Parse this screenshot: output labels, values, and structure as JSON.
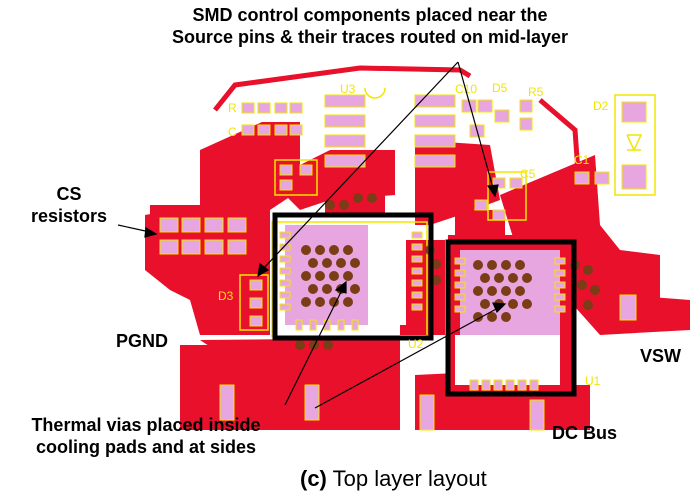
{
  "annotations": {
    "smd_note_line1": "SMD control components placed near the",
    "smd_note_line2": "Source pins & their traces routed on mid-layer",
    "cs_line1": "CS",
    "cs_line2": "resistors",
    "pgnd": "PGND",
    "vsw": "VSW",
    "dc_bus": "DC Bus",
    "thermal_line1": "Thermal vias placed inside",
    "thermal_line2": "cooling pads and at sides"
  },
  "caption": {
    "label": "(c)",
    "text": " Top layer layout"
  },
  "silkscreen": {
    "u3": "U3",
    "c10": "C10",
    "d5": "D5",
    "r5": "R5",
    "d2": "D2",
    "r": "R",
    "c_left": "C",
    "c1": "C1",
    "c5": "C5",
    "d3": "D3",
    "u2": "U2",
    "u1": "U1"
  },
  "colors": {
    "copper": "#e8102a",
    "pad": "#e7a6e0",
    "silk": "#f2e500",
    "via": "#7a3d16",
    "highlight_box": "#000000"
  }
}
